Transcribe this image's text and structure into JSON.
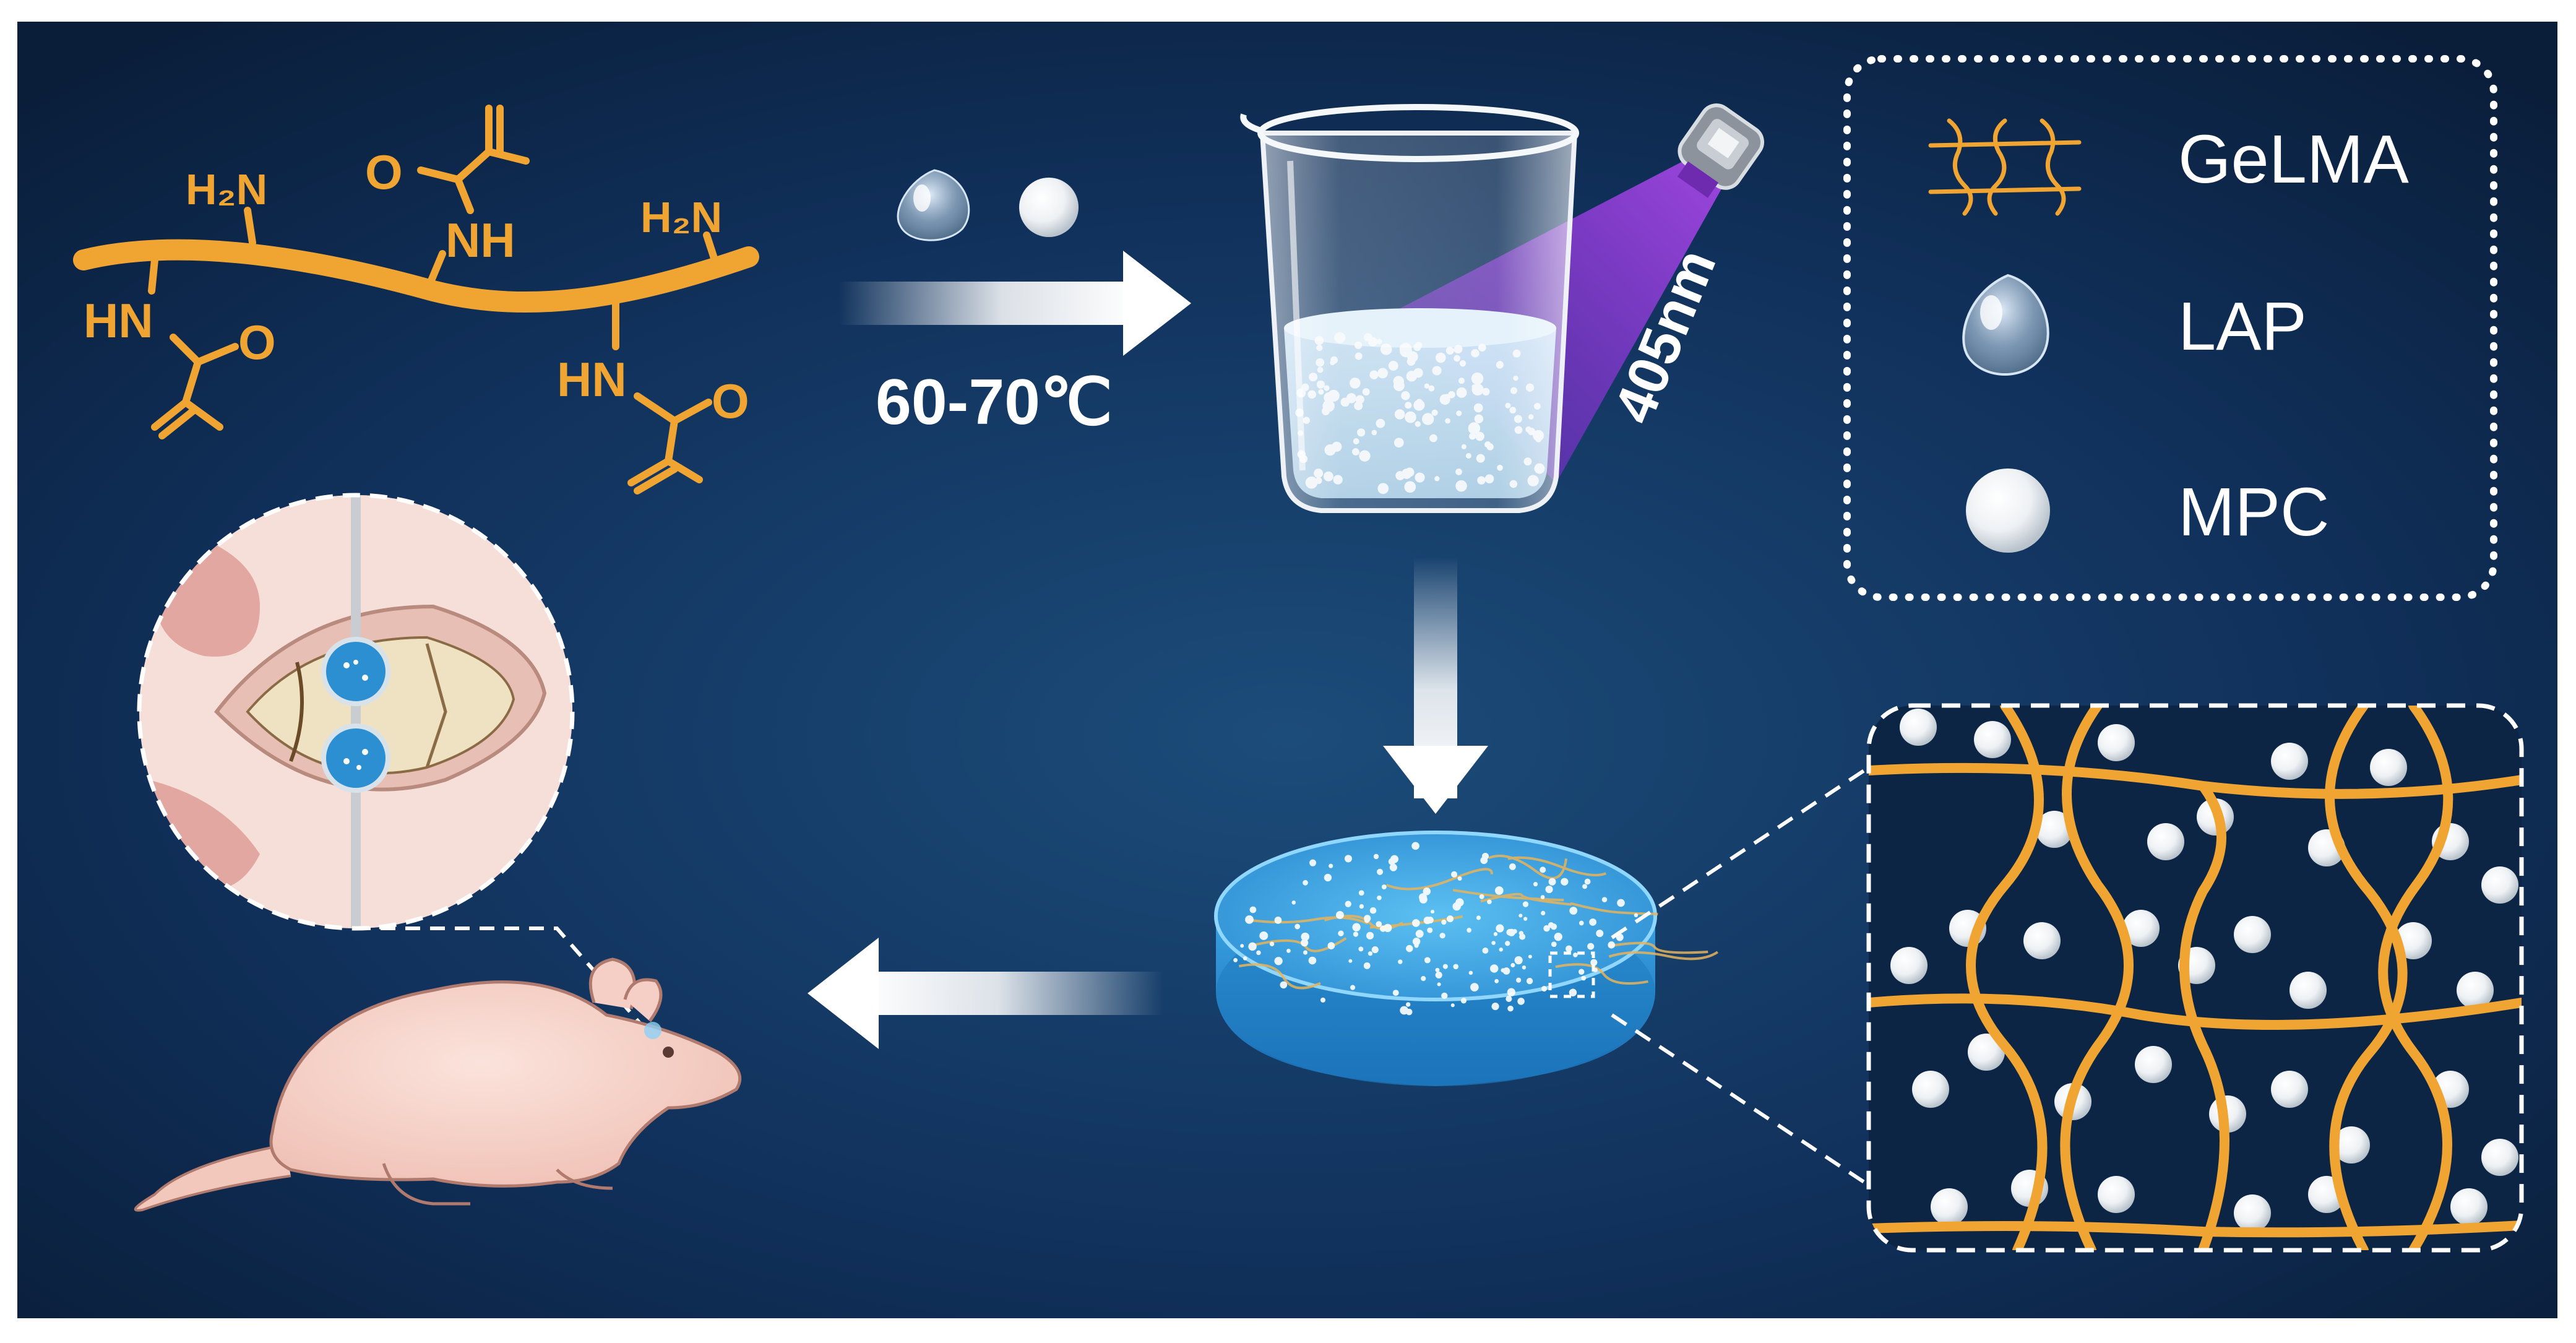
{
  "molecule": {
    "labels": {
      "amine_1": "H₂N",
      "amide_top": "NH",
      "carbonyl_top": "O",
      "amine_2": "H₂N",
      "amide_left": "HN",
      "carbonyl_left": "O",
      "amide_right": "HN",
      "carbonyl_right": "O"
    }
  },
  "process": {
    "temperature_label": "60-70℃",
    "wavelength_label": "405nm"
  },
  "legend": {
    "items": [
      {
        "label": "GeLMA",
        "icon": "gelma-network-icon"
      },
      {
        "label": "LAP",
        "icon": "lap-droplet-icon"
      },
      {
        "label": "MPC",
        "icon": "mpc-sphere-icon"
      }
    ]
  },
  "colors": {
    "background": "#0f2a4a",
    "gelma": "#f0a532",
    "hydrogel": "#3fa4e0",
    "uv": "#a13ce0",
    "white": "#ffffff"
  }
}
